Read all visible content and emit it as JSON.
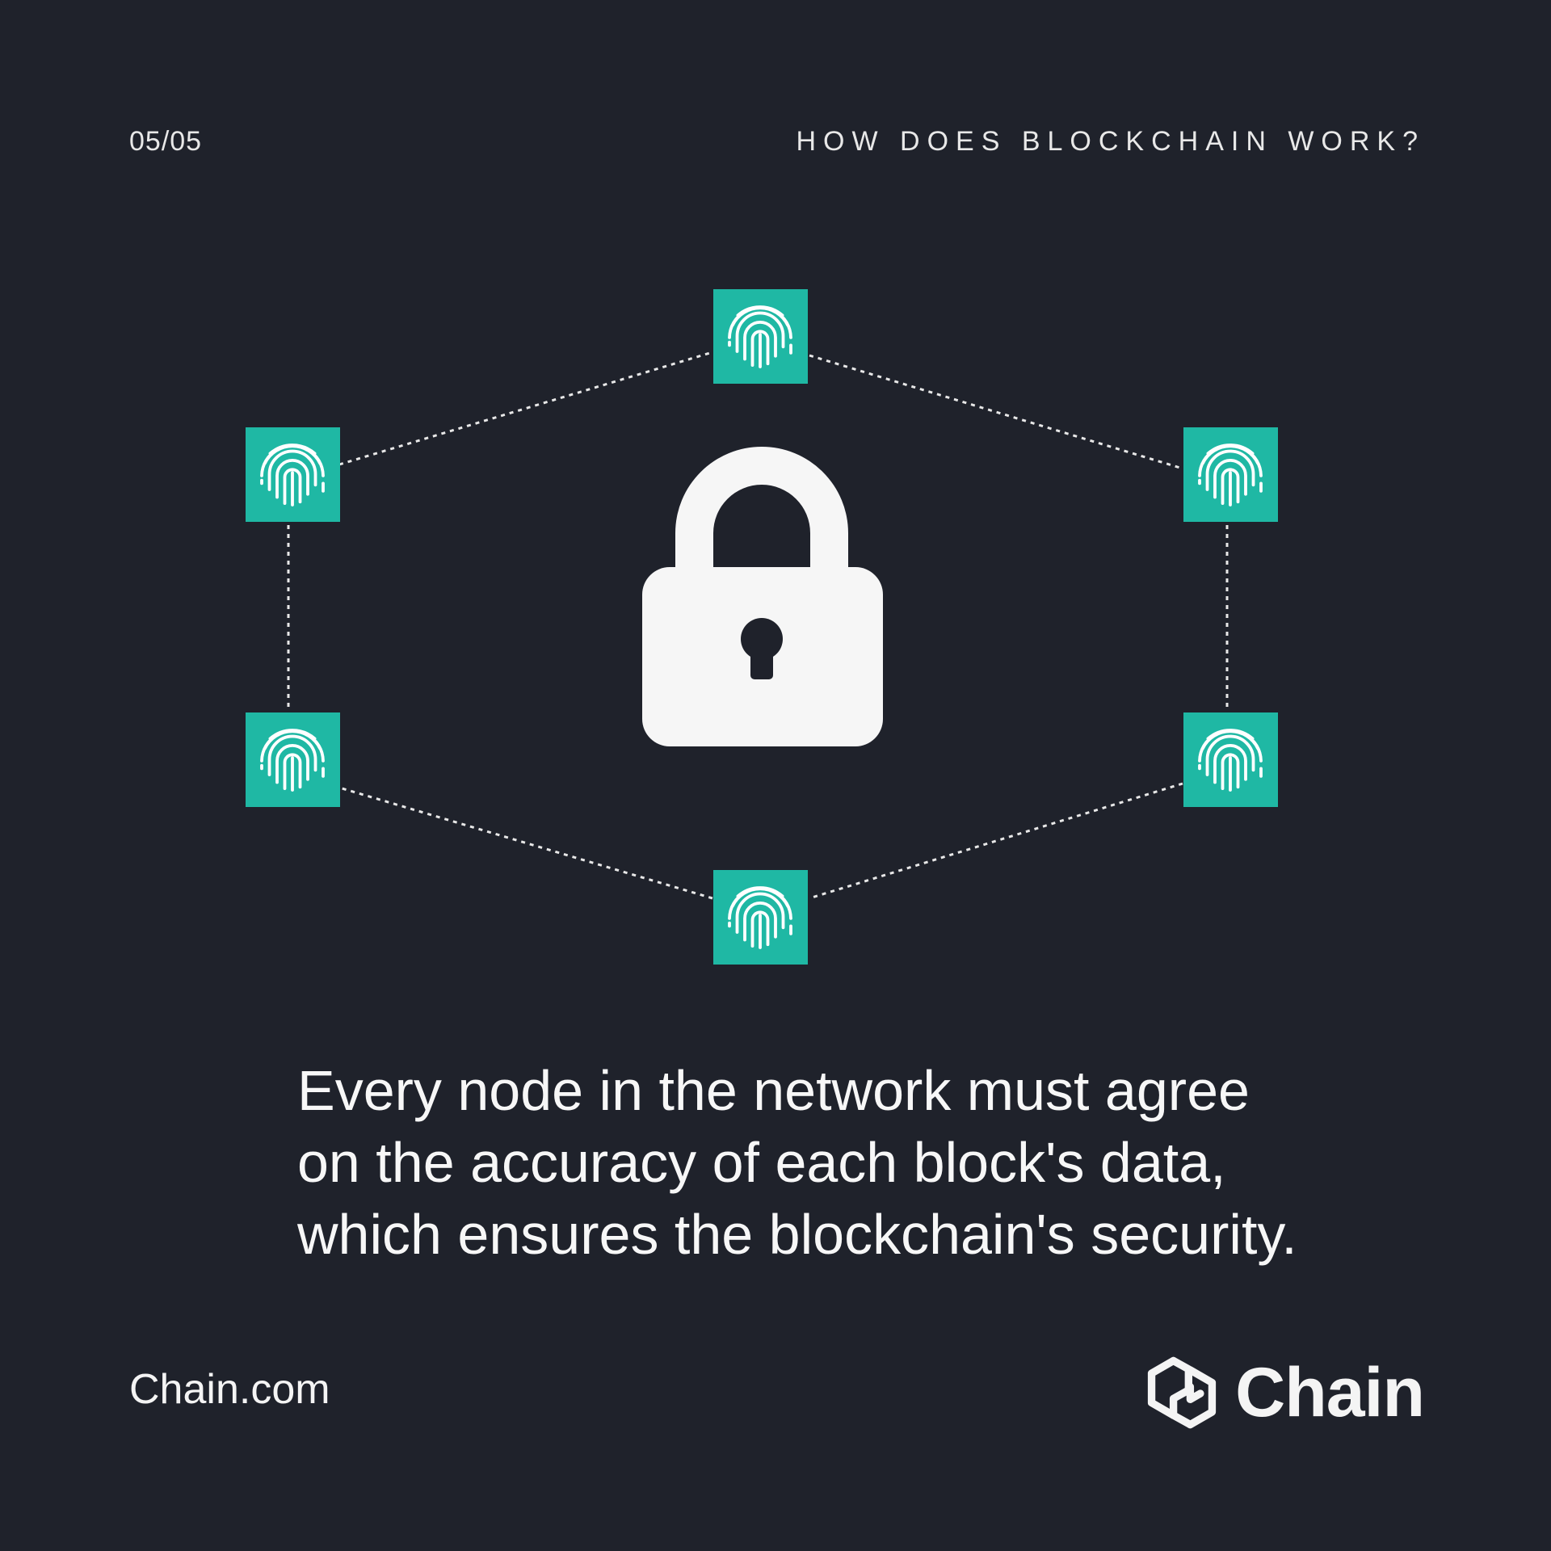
{
  "header": {
    "page_counter": "05/05",
    "title": "HOW DOES BLOCKCHAIN WORK?"
  },
  "diagram": {
    "node_icon": "fingerprint-icon",
    "center_icon": "padlock-icon",
    "node_color": "#1fb8a4",
    "node_count": 6
  },
  "caption": {
    "line1": "Every node in the network must agree",
    "line2": "on the accuracy of each block's data,",
    "line3": "which ensures the blockchain's security."
  },
  "footer": {
    "url": "Chain.com",
    "logo_text": "Chain",
    "logo_icon": "chain-hexagon-logo-icon"
  },
  "colors": {
    "background": "#1f222b",
    "accent": "#1fb8a4",
    "text": "#f4f4f4"
  }
}
